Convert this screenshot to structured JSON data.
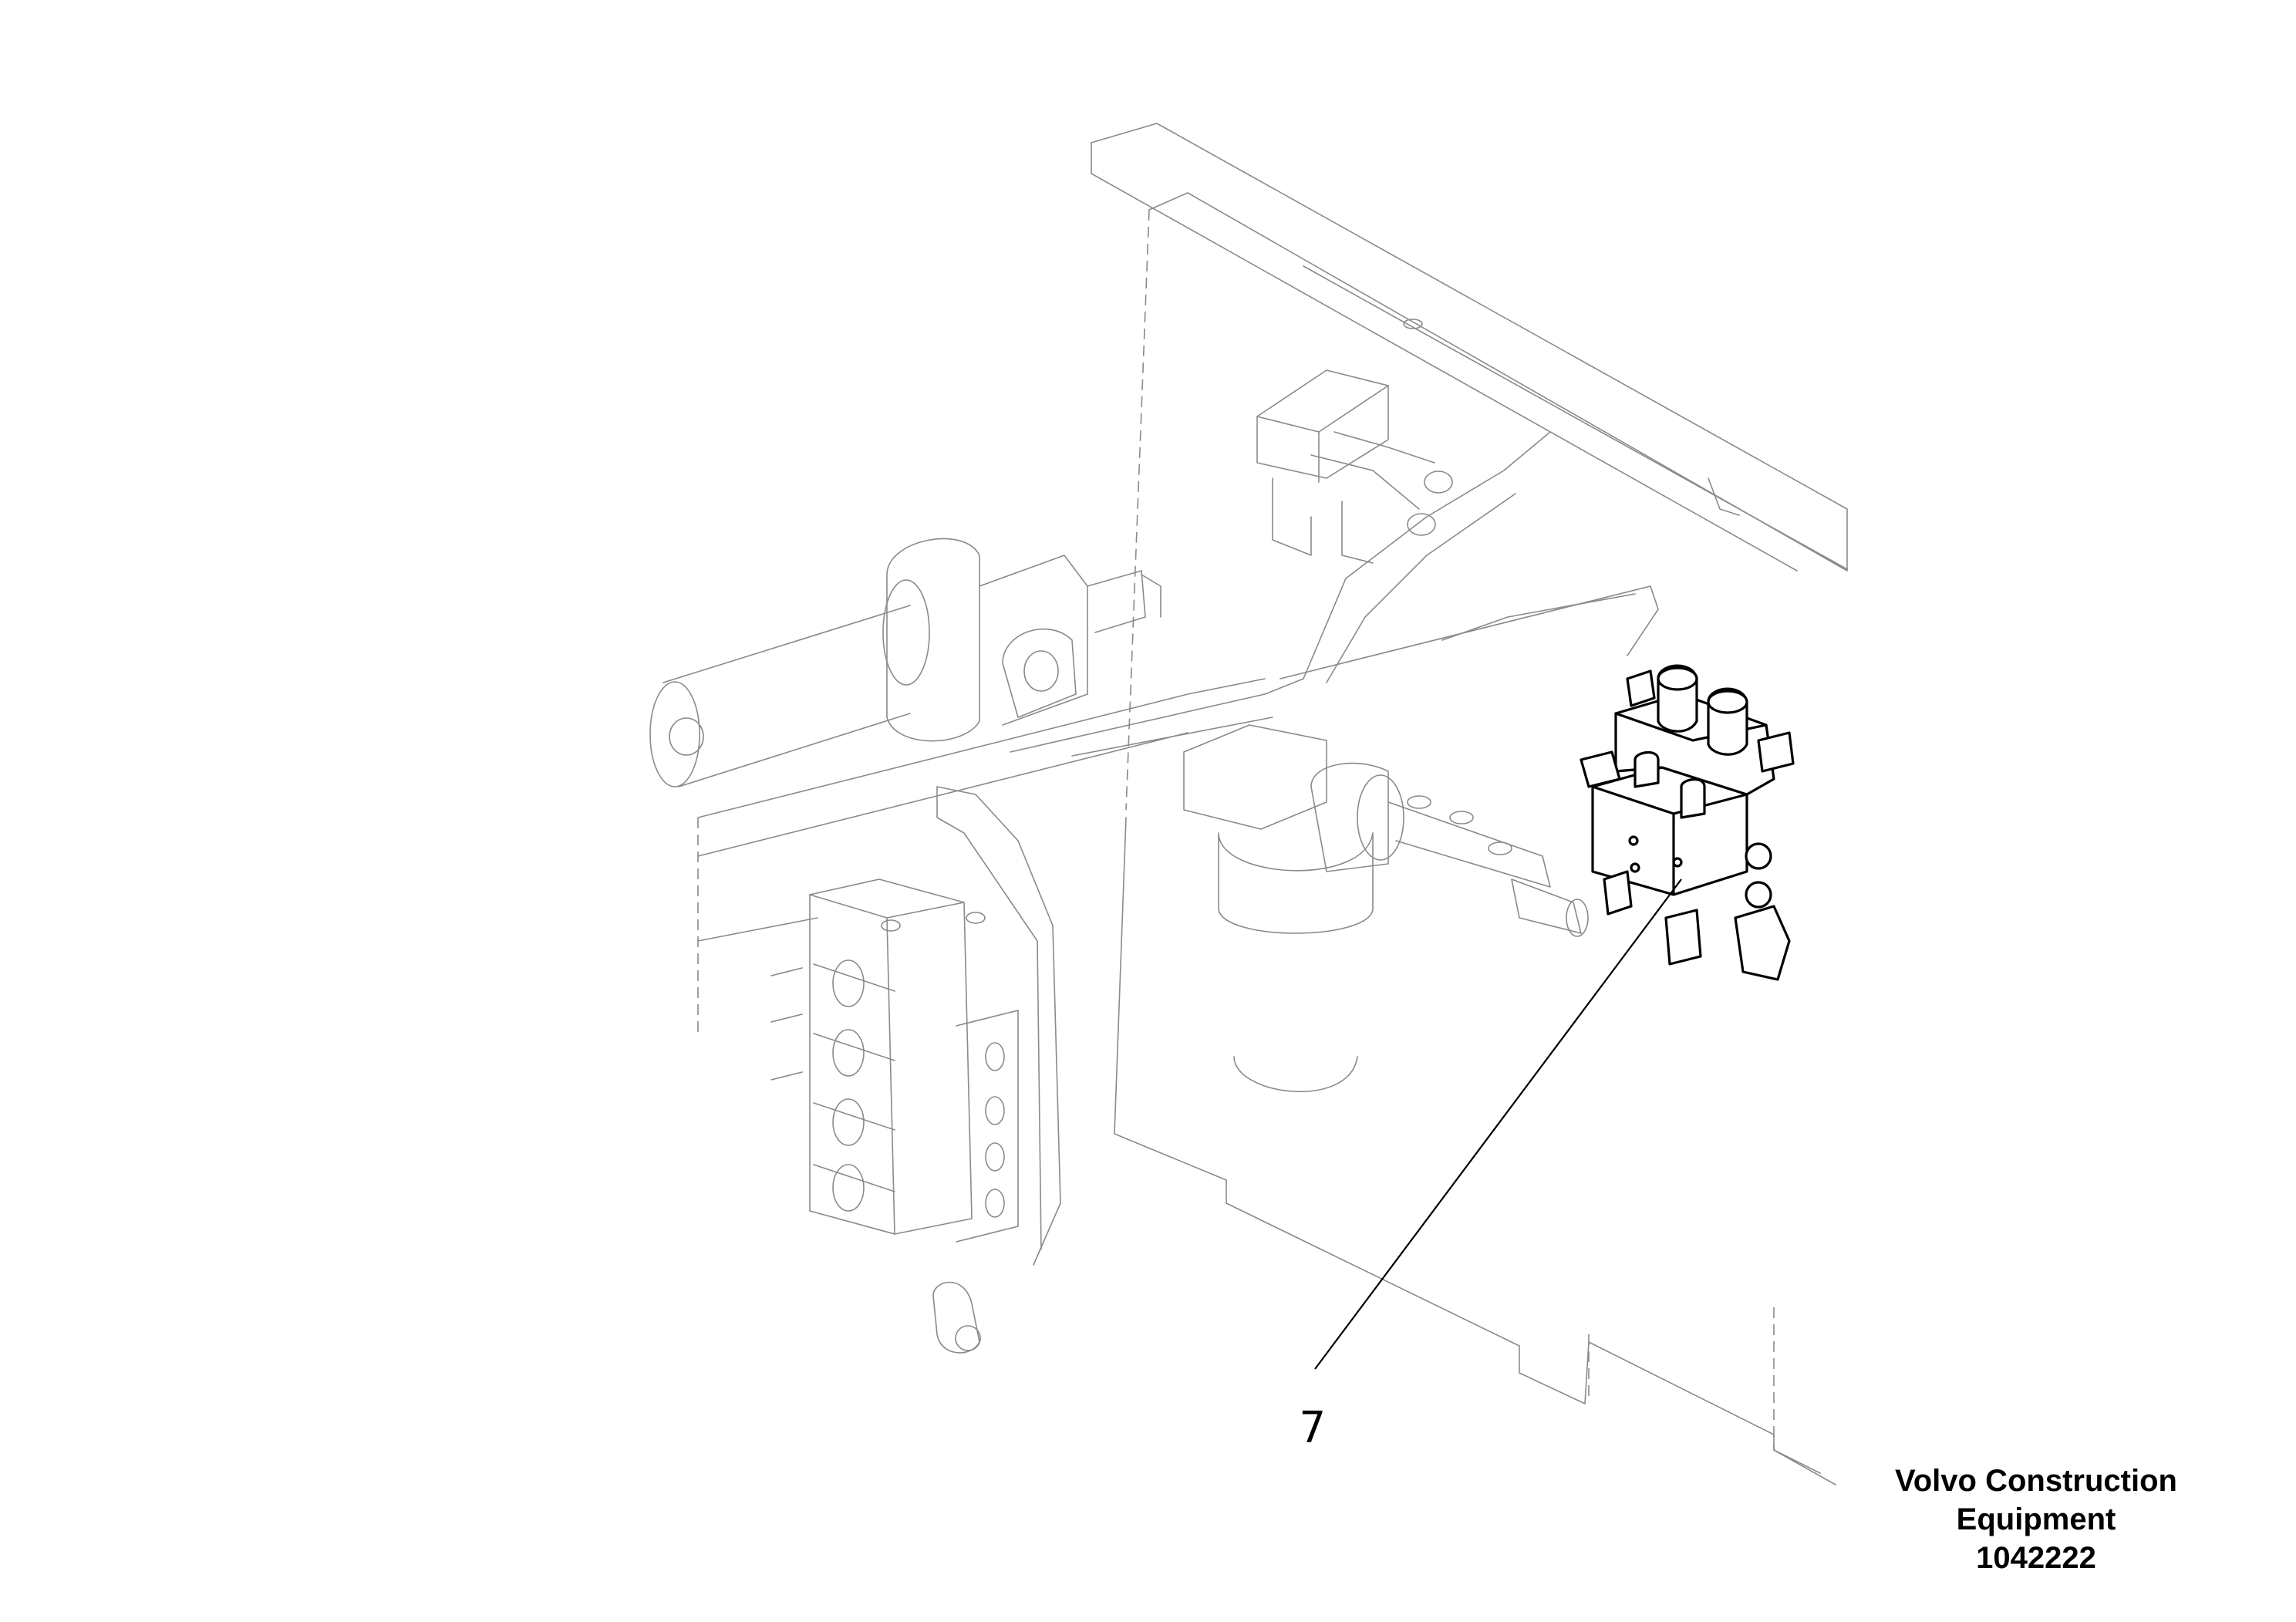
{
  "callouts": [
    {
      "label": "7",
      "part": "valve-block"
    }
  ],
  "caption": {
    "line1": "Volvo Construction",
    "line2": "Equipment",
    "line3": "1042222"
  }
}
